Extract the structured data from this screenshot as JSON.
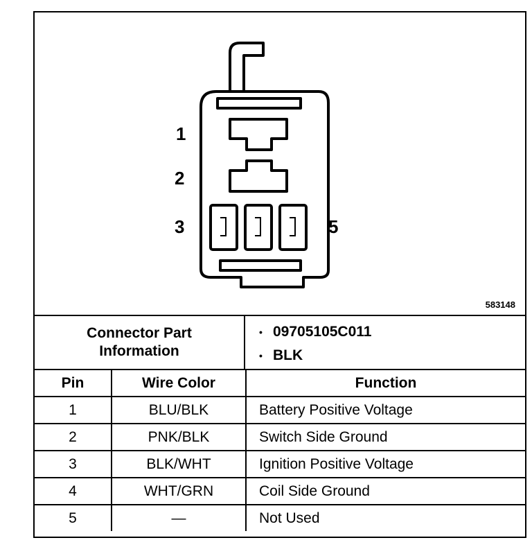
{
  "diagram": {
    "figure_id": "583148",
    "pin_labels": [
      "1",
      "2",
      "3",
      "5"
    ]
  },
  "connector_info": {
    "label_line1": "Connector Part",
    "label_line2": "Information",
    "values": [
      "09705105C011",
      "BLK"
    ]
  },
  "pin_table": {
    "headers": [
      "Pin",
      "Wire Color",
      "Function"
    ],
    "rows": [
      {
        "pin": "1",
        "wire": "BLU/BLK",
        "function": "Battery Positive Voltage"
      },
      {
        "pin": "2",
        "wire": "PNK/BLK",
        "function": "Switch Side Ground"
      },
      {
        "pin": "3",
        "wire": "BLK/WHT",
        "function": "Ignition Positive Voltage"
      },
      {
        "pin": "4",
        "wire": "WHT/GRN",
        "function": "Coil Side Ground"
      },
      {
        "pin": "5",
        "wire": "—",
        "function": "Not Used"
      }
    ]
  }
}
